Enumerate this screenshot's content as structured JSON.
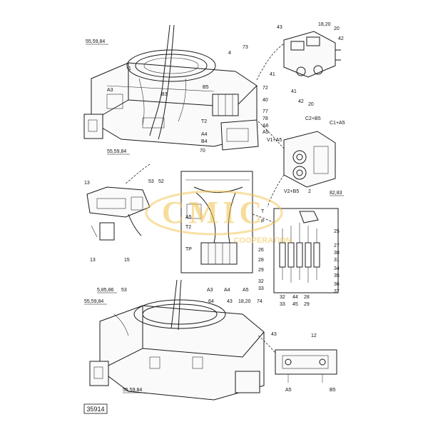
{
  "figure_id": "35914",
  "watermark": {
    "logo_text": "CMIC",
    "subtitle": "COOPERATION"
  },
  "callouts": {
    "top": [
      "55,59,84",
      "55,59,84",
      "4",
      "73",
      "72",
      "40",
      "77",
      "78",
      "A6",
      "A5",
      "T2",
      "A4",
      "B4",
      "70",
      "A3",
      "B3",
      "B5",
      "1"
    ],
    "top_right": [
      "43",
      "18,20",
      "20",
      "42",
      "41",
      "42",
      "41",
      "20"
    ],
    "valve": [
      "C2+B5",
      "C1+A5",
      "V1+A5",
      "V2+B5",
      "2",
      "82,83"
    ],
    "left_mid": [
      "13",
      "53",
      "52",
      "13",
      "15"
    ],
    "center": [
      "A5",
      "T2",
      "TP",
      "A3",
      "A4",
      "A5",
      "T",
      "P"
    ],
    "right_mid": [
      "25",
      "27",
      "30",
      "31",
      "34",
      "35",
      "36",
      "37",
      "26",
      "28",
      "29",
      "32",
      "33",
      "32",
      "33",
      "44",
      "45",
      "28",
      "29"
    ],
    "bottom": [
      "5,85,86",
      "53",
      "55,59,84",
      "64",
      "43",
      "18,20",
      "74",
      "43",
      "55,59,84"
    ],
    "bottom_right": [
      "12",
      "A5",
      "B5"
    ]
  }
}
